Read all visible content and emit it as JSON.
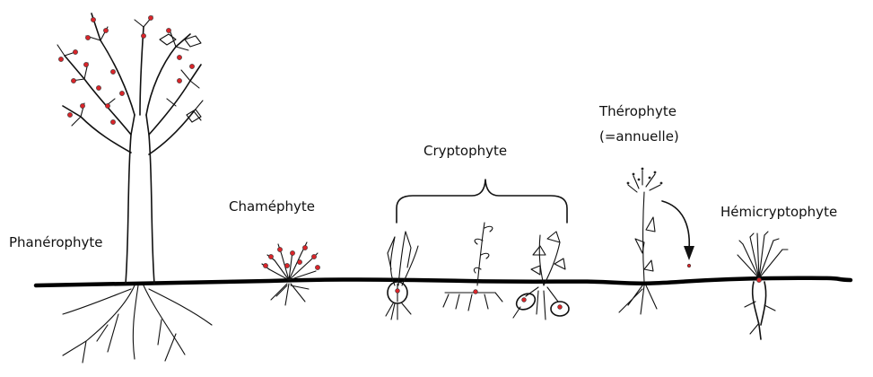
{
  "labels": {
    "phanerophyte": "Phanérophyte",
    "chamephyte": "Chaméphyte",
    "cryptophyte": "Cryptophyte",
    "therophyte": "Thérophyte",
    "therophyte_note": "(=annuelle)",
    "hemicryptophyte": "Hémicryptophyte"
  },
  "colors": {
    "ink": "#111111",
    "bud": "#d9252a",
    "background": "#ffffff"
  }
}
